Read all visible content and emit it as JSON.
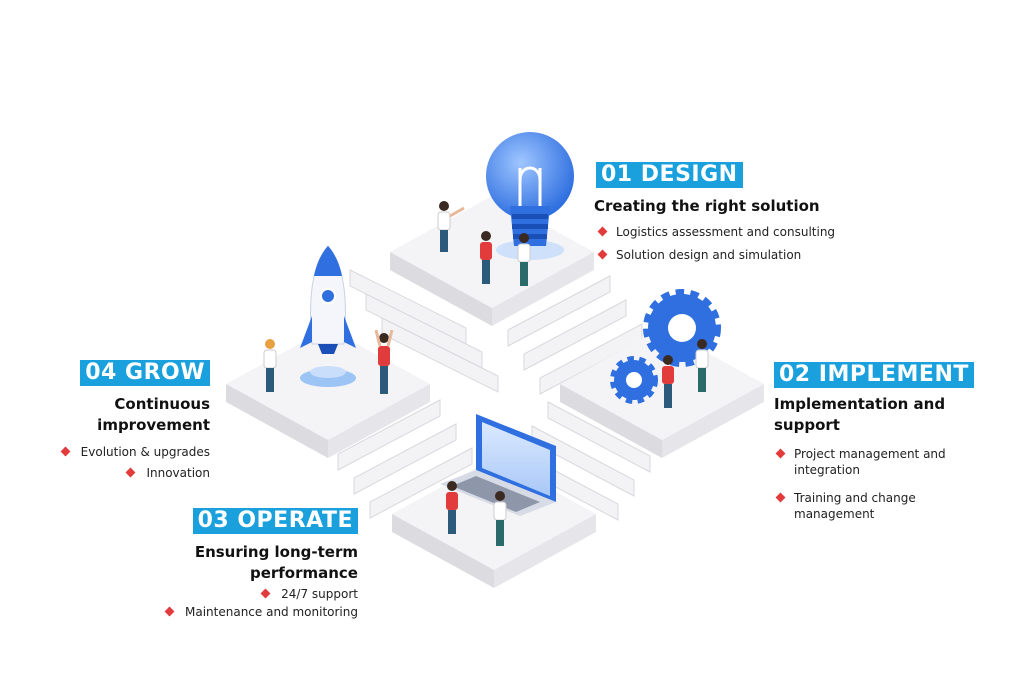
{
  "steps": {
    "design": {
      "tag": "01 DESIGN",
      "subtitle": "Creating the right solution",
      "bullets": [
        "Logistics assessment and consulting",
        "Solution design and simulation"
      ]
    },
    "implement": {
      "tag": "02 IMPLEMENT",
      "subtitle_1": "Implementation and",
      "subtitle_2": "support",
      "bullets": [
        {
          "line1": "Project management and",
          "line2": "integration"
        },
        {
          "line1": "Training and change",
          "line2": "management"
        }
      ]
    },
    "operate": {
      "tag": "03 OPERATE",
      "subtitle_1": "Ensuring long-term",
      "subtitle_2": "performance",
      "bullets": [
        "24/7 support",
        "Maintenance and monitoring"
      ]
    },
    "grow": {
      "tag": "04 GROW",
      "subtitle_1": "Continuous",
      "subtitle_2": "improvement",
      "bullets": [
        "Evolution & upgrades",
        "Innovation"
      ]
    }
  },
  "illustrations": {
    "design": "lightbulb-icon",
    "implement": "gears-icon",
    "operate": "laptop-icon",
    "grow": "rocket-icon"
  },
  "colors": {
    "accent_blue": "#1aa0dc",
    "bullet_red": "#e23b3b",
    "platform": "#f1f1f3",
    "platform_side": "#dcdce0",
    "illustration_blue": "#2f6fe0"
  }
}
